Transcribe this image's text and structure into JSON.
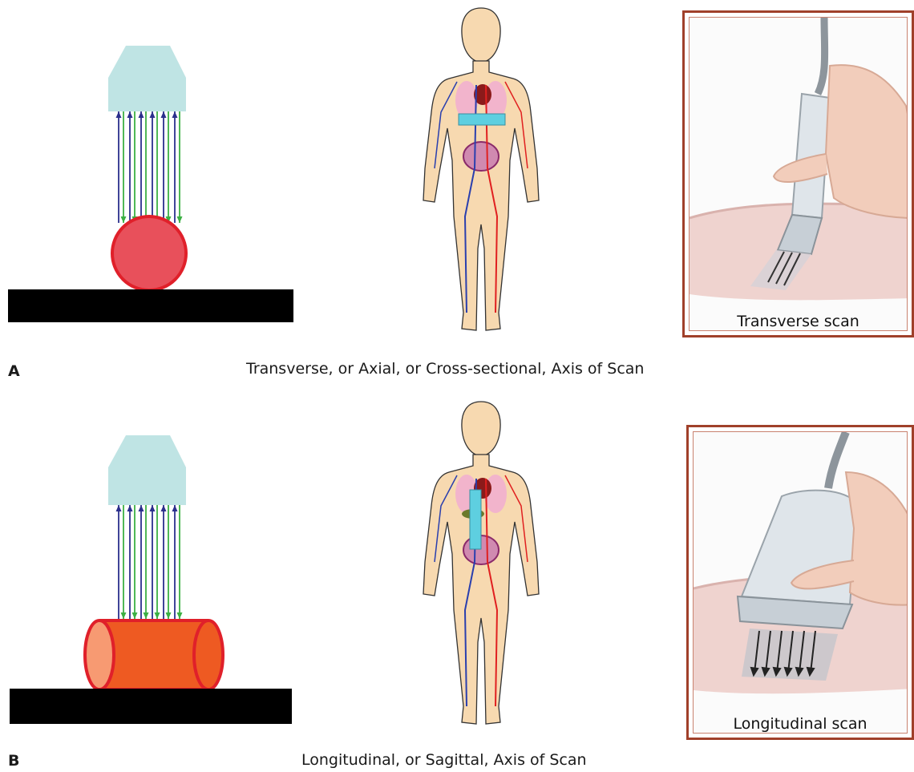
{
  "panels": {
    "a": {
      "letter": "A",
      "caption": "Transverse, or Axial, or Cross-sectional, Axis of Scan",
      "photo_label": "Transverse scan",
      "object_shape": "sphere"
    },
    "b": {
      "letter": "B",
      "caption": "Longitudinal, or Sagittal, Axis of Scan",
      "photo_label": "Longitudinal scan",
      "object_shape": "cylinder"
    }
  },
  "colors": {
    "transducer": "#bfe4e4",
    "arrow_green": "#3cb043",
    "arrow_blue": "#2b2f8c",
    "table": "#000000",
    "sphere_fill": "#e8505b",
    "sphere_stroke": "#e0202a",
    "cylinder_fill": "#ee5a22",
    "cylinder_end": "#f79a72",
    "cylinder_stroke": "#e0202a",
    "scan_plane": "#5ecfe0",
    "skin": "#f7d9b0",
    "artery": "#e02020",
    "vein": "#2a3fae",
    "frame": "#a0402a"
  }
}
